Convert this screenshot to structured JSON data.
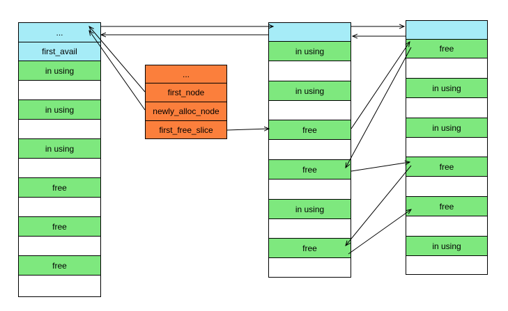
{
  "colors": {
    "header": "#a6ecf7",
    "used": "#7ee87e",
    "empty": "#ffffff",
    "control": "#fb7f3c",
    "line": "#000000"
  },
  "column1": {
    "cells": [
      {
        "text": "...",
        "kind": "cyan"
      },
      {
        "text": "first_avail",
        "kind": "cyan"
      },
      {
        "text": "in using",
        "kind": "green"
      },
      {
        "text": "",
        "kind": "white"
      },
      {
        "text": "in using",
        "kind": "green"
      },
      {
        "text": "",
        "kind": "white"
      },
      {
        "text": "in using",
        "kind": "green"
      },
      {
        "text": "",
        "kind": "white"
      },
      {
        "text": "free",
        "kind": "green"
      },
      {
        "text": "",
        "kind": "white"
      },
      {
        "text": "free",
        "kind": "green"
      },
      {
        "text": "",
        "kind": "white"
      },
      {
        "text": "free",
        "kind": "green"
      },
      {
        "text": "",
        "kind": "white"
      }
    ]
  },
  "control_box": {
    "cells": [
      {
        "text": "...",
        "kind": "orange"
      },
      {
        "text": "first_node",
        "kind": "orange"
      },
      {
        "text": "newly_alloc_node",
        "kind": "orange"
      },
      {
        "text": "first_free_slice",
        "kind": "orange"
      }
    ]
  },
  "column2": {
    "cells": [
      {
        "text": "",
        "kind": "cyan"
      },
      {
        "text": "in using",
        "kind": "green"
      },
      {
        "text": "",
        "kind": "white"
      },
      {
        "text": "in using",
        "kind": "green"
      },
      {
        "text": "",
        "kind": "white"
      },
      {
        "text": "free",
        "kind": "green"
      },
      {
        "text": "",
        "kind": "white"
      },
      {
        "text": "free",
        "kind": "green"
      },
      {
        "text": "",
        "kind": "white"
      },
      {
        "text": "in using",
        "kind": "green"
      },
      {
        "text": "",
        "kind": "white"
      },
      {
        "text": "free",
        "kind": "green"
      },
      {
        "text": "",
        "kind": "white"
      }
    ]
  },
  "column3": {
    "cells": [
      {
        "text": "",
        "kind": "cyan"
      },
      {
        "text": "free",
        "kind": "green"
      },
      {
        "text": "",
        "kind": "white"
      },
      {
        "text": "in using",
        "kind": "green"
      },
      {
        "text": "",
        "kind": "white"
      },
      {
        "text": "in using",
        "kind": "green"
      },
      {
        "text": "",
        "kind": "white"
      },
      {
        "text": "free",
        "kind": "green"
      },
      {
        "text": "",
        "kind": "white"
      },
      {
        "text": "free",
        "kind": "green"
      },
      {
        "text": "",
        "kind": "white"
      },
      {
        "text": "in using",
        "kind": "green"
      },
      {
        "text": "",
        "kind": "white"
      }
    ]
  }
}
